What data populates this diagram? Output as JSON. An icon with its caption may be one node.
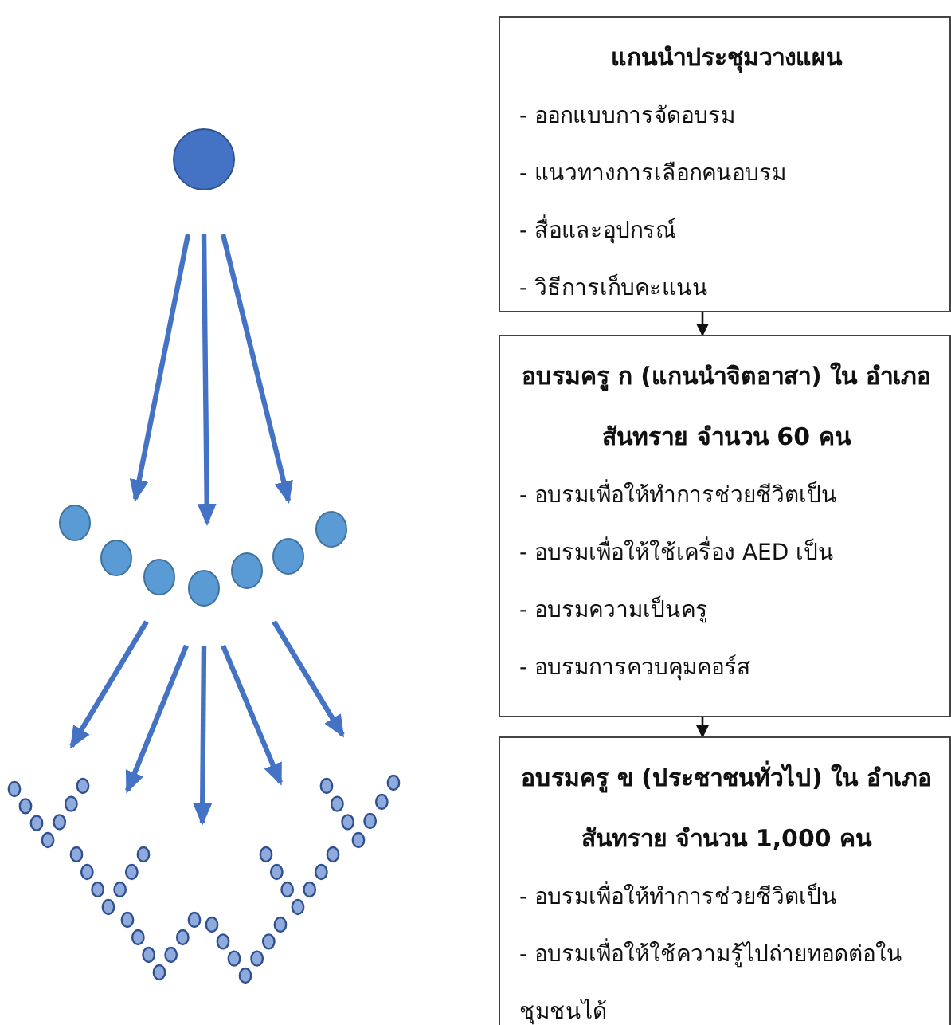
{
  "diagram": {
    "nodes": [
      {
        "text": [
          "แกนนำประชุมวางแผน",
          "- ออกแบบการจัดอบรม",
          "- แนวทางการเลือกคนอบรม",
          "- สื่อและอุปกรณ์",
          "- วิธีการเก็บคะแนน"
        ]
      },
      {
        "text": [
          "อบรมครู ก (แกนนำจิตอาสา) ใน อำเภอสันทราย จำนวน 60 คน",
          "- อบรมเพื่อให้ทำการช่วยชีวิตเป็น",
          "- อบรมเพื่อให้ใช้เครื่อง AED เป็น",
          "- อบรมความเป็นครู",
          "- อบรมการควบคุมคอร์ส"
        ]
      },
      {
        "text": [
          "อบรมครู ข (ประชาชนทั่วไป) ใน อำเภอสันทราย จำนวน 1,000 คน",
          "- อบรมเพื่อให้ทำการช่วยชีวิตเป็น",
          "- อบรมเพื่อให้ใช้ความรู้ไปถ่ายทอดต่อในชุมชนได้"
        ]
      }
    ],
    "edges": [
      {
        "from": 0,
        "to": 1,
        "arrow": "to"
      },
      {
        "from": 1,
        "to": 2,
        "arrow": "to"
      }
    ]
  }
}
